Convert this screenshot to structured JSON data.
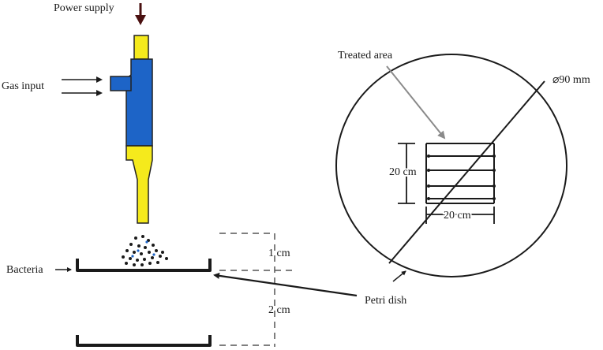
{
  "labels": {
    "power_supply": "Power supply",
    "gas_input": "Gas input",
    "bacteria": "Bacteria",
    "treated_area": "Treated area",
    "diameter": "⌀90 mm",
    "height_dim": "20 cm",
    "width_dim": "20 cm",
    "gap_top": "1 cm",
    "gap_bottom": "2 cm",
    "petri_dish": "Petri dish"
  },
  "colors": {
    "torch_yellow": "#f5ea1c",
    "torch_blue": "#1d64c7",
    "arrow_dark": "#4a1010",
    "line": "#1a1a1a",
    "pointer_gray": "#8a8a8a"
  }
}
